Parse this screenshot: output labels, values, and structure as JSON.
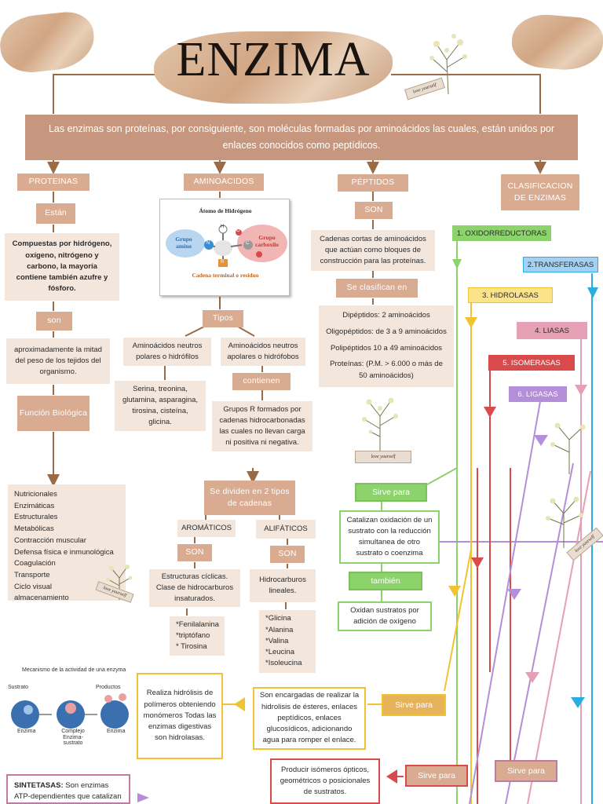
{
  "title": "ENZIMA",
  "intro": "Las enzimas son proteínas, por consiguiente, son moléculas formadas por aminoácidos las cuales, están unidos por enlaces conocidos como peptídicos.",
  "sticker_text": "love yourself",
  "columns": {
    "proteinas": {
      "header": "PROTEINAS",
      "estan": "Están",
      "composition": "Compuestas por hidrógeno, oxígeno, nitrógeno y carbono, la mayoría contiene también azufre y fósforo.",
      "son": "son",
      "mass": "aproximadamente la mitad del peso de los tejidos del organismo.",
      "funcion": "Función Biológica",
      "functions": [
        "Nutricionales",
        "Enzimáticas",
        "Estructurales",
        "Metabólicas",
        "Contracción muscular",
        "Defensa física e inmunológica",
        "Coagulación",
        "Transporte",
        "Ciclo visual",
        "almacenamiento"
      ]
    },
    "aminoacidos": {
      "header": "AMINOACIDOS",
      "diagram": {
        "atom_label": "Átomo de Hidrógeno",
        "amino_label": "Grupo amino",
        "carboxyl_label": "Grupo carboxilo",
        "chain_label": "Cadena terminal o residuo",
        "h": "H",
        "n": "N",
        "c": "C",
        "o": "O",
        "r": "R"
      },
      "tipos": "Tipos",
      "polar": "Aminoácidos neutros polares o hidrófilos",
      "apolar": "Aminoácidos neutros apolares o hidrófobos",
      "polar_list": "Serina, treonina, glutamina, asparagina, tirosina, cisteína, glicina.",
      "contienen": "contienen",
      "grupos_r": "Grupos R formados por cadenas hidrocarbonadas las cuales no llevan carga ni positiva ni negativa.",
      "dividen": "Se dividen en 2 tipos de cadenas",
      "aromaticos": "AROMÁTICOS",
      "alifaticos": "ALIFÁTICOS",
      "son": "SON",
      "aromaticos_desc": "Estructuras cíclicas. Clase de hidrocarburos insaturados.",
      "alifaticos_desc": "Hidrocarburos lineales.",
      "aromaticos_list": [
        "*Fenilalanina",
        "*triptófano",
        "* Tirosina"
      ],
      "alifaticos_list": [
        "*Glicina",
        "*Alanina",
        "*Valina",
        "*Leucina",
        "*Isoleucina"
      ]
    },
    "peptidos": {
      "header": "PÉPTIDOS",
      "son": "SON",
      "desc": "Cadenas cortas de aminoácidos que actúan como bloques de construcción para las proteínas.",
      "clasifican": "Se clasifican en",
      "list": [
        "Dipéptidos: 2 aminoácidos",
        "Oligopéptidos: de 3 a 9 aminoácidos",
        "Polipéptidos 10 a 49 aminoácidos",
        "Proteínas: (P.M. > 6.000 o más de 50 aminoácidos)"
      ]
    },
    "clasificacion": {
      "header": "CLASIFICACION DE ENZIMAS",
      "items": [
        {
          "label": "1. OXIDORREDUCTORAS",
          "color": "#8cd36c"
        },
        {
          "label": "2.TRANSFERASAS",
          "color": "#a4d1f2"
        },
        {
          "label": "3. HIDROLASAS",
          "color": "#fbe38a"
        },
        {
          "label": "4. LIASAS",
          "color": "#e5a0b6"
        },
        {
          "label": "5. ISOMERASAS",
          "color": "#d94b4b"
        },
        {
          "label": "6. LIGASAS",
          "color": "#b48ed8"
        }
      ]
    }
  },
  "outputs": {
    "sirve_para": "Sirve para",
    "tambien": "también",
    "oxido_desc": "Catalizan oxidación de un sustrato con la reducción simultanea de otro sustrato o coenzima",
    "oxido_tambien": "Oxidan sustratos por adición de oxígeno",
    "hidro_desc": "Son encargadas de realizar la hidrolisis de ésteres, enlaces peptídicos, enlaces glucosídicos, adicionando agua para romper el enlace.",
    "hidro_extra": "Realiza hidrólisis de polímeros obteniendo monómeros Todas las enzimas digestivas son hidrolasas.",
    "iso_desc": "Producir isómeros ópticos, geométricos o posicionales de sustratos.",
    "sintetasas_label": "SINTETASAS:",
    "sintetasas_desc": "Son enzimas ATP-dependientes que catalizan"
  },
  "mechanism": {
    "caption": "Mecanismo de la actividad de una enzyma",
    "sustrato": "Sustrato",
    "productos": "Productos",
    "enzima": "Enzima",
    "complejo": "Complejo Enzima-sustrato"
  },
  "colors": {
    "header": "#d9ab91",
    "banner": "#c6977e",
    "box": "#f3e6dc",
    "line": "#9b6b48",
    "green": "#8cd36c",
    "blue": "#29aee0",
    "yellow": "#f1c232",
    "pink": "#e5a0b6",
    "red": "#d94b4b",
    "purple": "#b48ed8"
  }
}
